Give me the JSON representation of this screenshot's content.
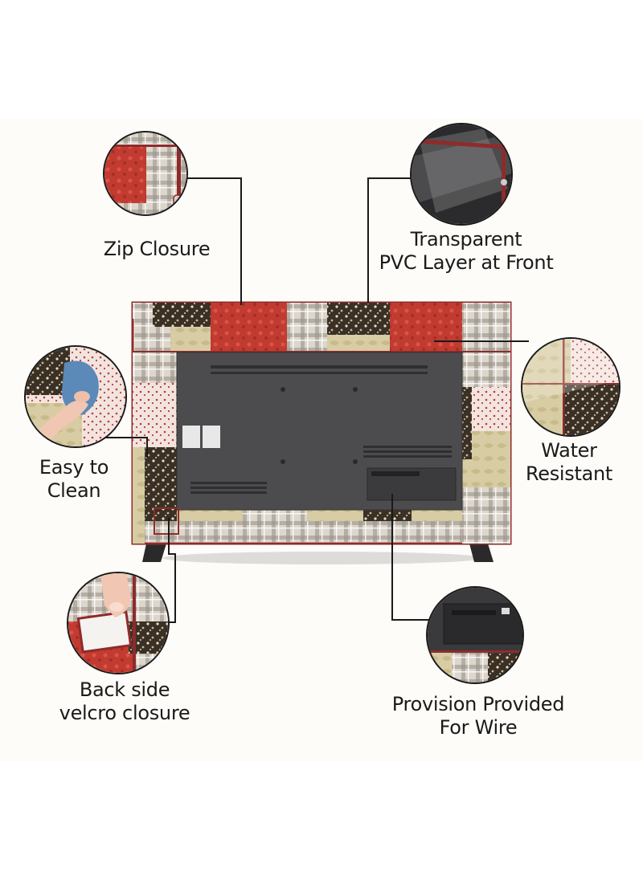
{
  "features": {
    "zip": {
      "label": "Zip Closure",
      "icon": "zip-closure-icon"
    },
    "transparent": {
      "line1": "Transparent",
      "line2": "PVC Layer at Front",
      "icon": "transparent-pvc-icon"
    },
    "clean": {
      "line1": "Easy to",
      "line2": "Clean",
      "icon": "easy-clean-icon"
    },
    "water": {
      "line1": "Water",
      "line2": "Resistant",
      "icon": "water-resistant-icon"
    },
    "velcro": {
      "line1": "Back side",
      "line2": "velcro closure",
      "icon": "velcro-closure-icon"
    },
    "wire": {
      "line1": "Provision Provided",
      "line2": "For Wire",
      "icon": "wire-provision-icon"
    }
  },
  "colors": {
    "maroon": "#8e2b2b",
    "red_floral": "#c0392b",
    "plaid": "#b8b2a8",
    "dark_floral": "#3d3226",
    "beige": "#d7caa0",
    "tv_back": "#4a4a4c",
    "text": "#1a1a1a"
  }
}
